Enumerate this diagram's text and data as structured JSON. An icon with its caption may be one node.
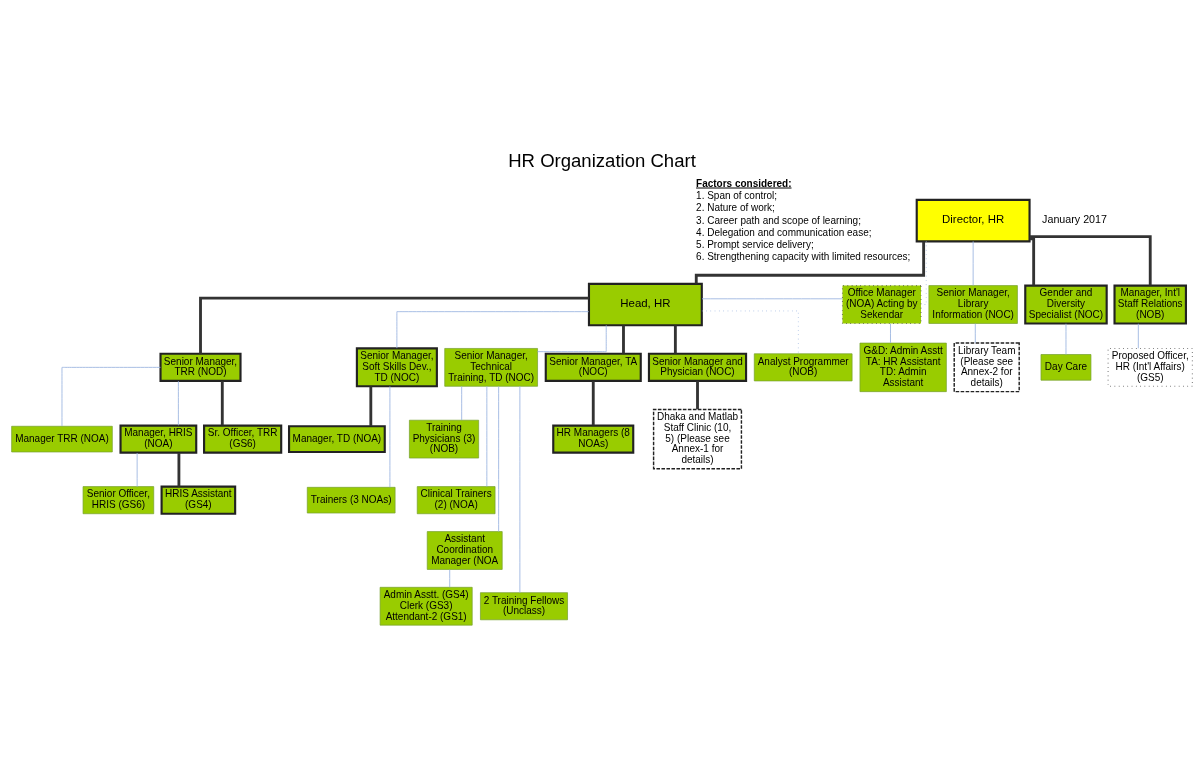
{
  "diagram": {
    "title": "HR Organization Chart",
    "nodes": [
      {
        "text": [
          "Director, HR"
        ]
      },
      {
        "text": [
          "Head, HR"
        ]
      },
      {
        "text": [
          "Office Manager (NOA) Acting by Sekendar"
        ]
      },
      {
        "text": [
          "G&D: Admin Asstt TA: HR Assistant TD: Admin Assistant"
        ]
      },
      {
        "text": [
          "Senior Manager, TRR (NOD)"
        ]
      },
      {
        "text": [
          "Senior Manager, Soft Skills Dev., TD (NOC)"
        ]
      },
      {
        "text": [
          "Senior Manager, Technical Training, TD (NOC)"
        ]
      },
      {
        "text": [
          "Senior Manager, TA (NOC)"
        ]
      },
      {
        "text": [
          "Senior Manager and Physician (NOC)"
        ]
      },
      {
        "text": [
          "Senior Manager, Library Information (NOC)"
        ]
      },
      {
        "text": [
          "Gender and Diversity Specialist (NOC)"
        ]
      },
      {
        "text": [
          "Training Physicians (3) (NOB)"
        ]
      },
      {
        "text": [
          "Analyst Programmer (NOB)"
        ]
      },
      {
        "text": [
          "Dhaka and Matlab Staff Clinic (10, 5) (Please see Annex-1 for details)"
        ]
      },
      {
        "text": [
          "Manager, Int'l Staff Relations (NOB)"
        ]
      },
      {
        "text": [
          "Manager, TD (NOA)"
        ]
      },
      {
        "text": [
          "Clinical Trainers (2) (NOA)"
        ]
      },
      {
        "text": [
          "Manager TRR (NOA)"
        ]
      },
      {
        "text": [
          "Manager, HRIS (NOA)"
        ]
      },
      {
        "text": [
          "HR Managers (8 NOAs)"
        ]
      },
      {
        "text": [
          "Assistant Coordination Manager (NOA"
        ]
      },
      {
        "text": [
          "Library Team (Please see Annex-2 for details)"
        ]
      },
      {
        "text": [
          "Proposed Officer, HR (Int'l Affairs) (GS5)"
        ]
      },
      {
        "text": [
          "Trainers (3 NOAs)"
        ]
      },
      {
        "text": [
          "2 Training Fellows (Unclass)"
        ]
      },
      {
        "text": [
          "Sr. Officer, TRR (GS6)"
        ]
      },
      {
        "text": [
          "Senior Officer, HRIS (GS6)"
        ]
      },
      {
        "text": [
          "HRIS Assistant (GS4)"
        ]
      },
      {
        "text": [
          "Admin Asstt. (GS4) Clerk (GS3) Attendant-2 (GS1)"
        ]
      },
      {
        "text": [
          "Day Care"
        ]
      }
    ],
    "edges": [
      {
        "from": 0,
        "to": 1,
        "arrow": "none",
        "style": "thick",
        "color": "#333333"
      },
      {
        "from": 0,
        "to": 2,
        "arrow": "none",
        "style": "dashed"
      },
      {
        "from": 1,
        "to": 2,
        "arrow": "none"
      },
      {
        "from": 2,
        "to": 3,
        "arrow": "none"
      },
      {
        "from": 1,
        "to": 4,
        "arrow": "none",
        "style": "thick",
        "color": "#333333"
      },
      {
        "from": 1,
        "to": 5,
        "arrow": "none"
      },
      {
        "from": 1,
        "to": 6,
        "arrow": "none"
      },
      {
        "from": 1,
        "to": 7,
        "arrow": "none",
        "style": "thick",
        "color": "#333333"
      },
      {
        "from": 1,
        "to": 8,
        "arrow": "none",
        "style": "thick",
        "color": "#333333"
      },
      {
        "from": 0,
        "to": 9,
        "arrow": "none"
      },
      {
        "from": 0,
        "to": 10,
        "arrow": "none",
        "style": "thick",
        "color": "#333333"
      },
      {
        "from": 1,
        "to": 12,
        "arrow": "none",
        "style": "dashed"
      },
      {
        "from": 0,
        "to": 14,
        "arrow": "none",
        "style": "thick",
        "color": "#333333"
      },
      {
        "from": 6,
        "to": 11,
        "arrow": "none"
      },
      {
        "from": 8,
        "to": 13,
        "arrow": "none",
        "style": "thick",
        "color": "#333333"
      },
      {
        "from": 5,
        "to": 15,
        "arrow": "none",
        "style": "thick",
        "color": "#333333"
      },
      {
        "from": 6,
        "to": 16,
        "arrow": "none"
      },
      {
        "from": 4,
        "to": 17,
        "arrow": "none"
      },
      {
        "from": 4,
        "to": 18,
        "arrow": "none"
      },
      {
        "from": 7,
        "to": 19,
        "arrow": "none",
        "style": "thick",
        "color": "#333333"
      },
      {
        "from": 6,
        "to": 20,
        "arrow": "none"
      },
      {
        "from": 9,
        "to": 21,
        "arrow": "none"
      },
      {
        "from": 14,
        "to": 22,
        "arrow": "none"
      },
      {
        "from": 5,
        "to": 23,
        "arrow": "none"
      },
      {
        "from": 6,
        "to": 24,
        "arrow": "none"
      },
      {
        "from": 4,
        "to": 25,
        "arrow": "none",
        "style": "thick",
        "color": "#333333"
      },
      {
        "from": 18,
        "to": 26,
        "arrow": "none"
      },
      {
        "from": 18,
        "to": 27,
        "arrow": "none",
        "style": "thick",
        "color": "#333333"
      },
      {
        "from": 20,
        "to": 28,
        "arrow": "none"
      },
      {
        "from": 10,
        "to": 29,
        "arrow": "none"
      }
    ],
    "labels": [
      "January 2017",
      "Factors considered:",
      "1. Span of control;",
      "2. Nature of work;",
      "3. Career path and scope of learning;",
      "4. Delegation and communication ease;",
      "5. Prompt service delivery;",
      "6. Strengthening capacity with limited resources;"
    ]
  }
}
